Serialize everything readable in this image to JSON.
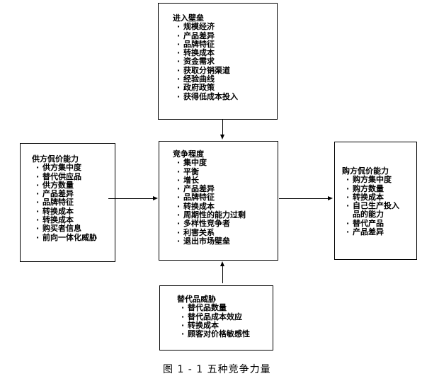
{
  "entry_barriers": {
    "title": "进入壁垒",
    "items": [
      "规模经济",
      "产品差异",
      "品牌特征",
      "转换成本",
      "资金需求",
      "获取分销渠道",
      "经验曲线",
      "政府政策",
      "获得低成本投入"
    ]
  },
  "rivalry": {
    "title": "竞争程度",
    "items": [
      "集中度",
      "平衡",
      "增长",
      "产品差异",
      "品牌特征",
      "转换成本",
      "周期性的能力过剩",
      "多样性竞争者",
      "利害关系",
      "退出市场壁垒"
    ]
  },
  "supplier_power": {
    "title": "供方侃价能力",
    "items": [
      "供方集中度",
      "替代供应品",
      "供方数量",
      "产品差异",
      "品牌特征",
      "转换成本",
      "转换成本",
      "购买者信息",
      "前向一体化威胁"
    ]
  },
  "buyer_power": {
    "title": "购方侃价能力",
    "items": [
      "购方集中度",
      "购方数量",
      "转换成本",
      "自己生产投入品的能力",
      "替代产品",
      "产品差异"
    ],
    "item4_line1": "自己生产投入",
    "item4_line2": "品的能力"
  },
  "substitutes": {
    "title": "替代品威胁",
    "items": [
      "替代品数量",
      "替代品成本效应",
      "转换成本",
      "顾客对价格敏感性"
    ]
  },
  "caption": "图 1 - 1   五种竞争力量"
}
